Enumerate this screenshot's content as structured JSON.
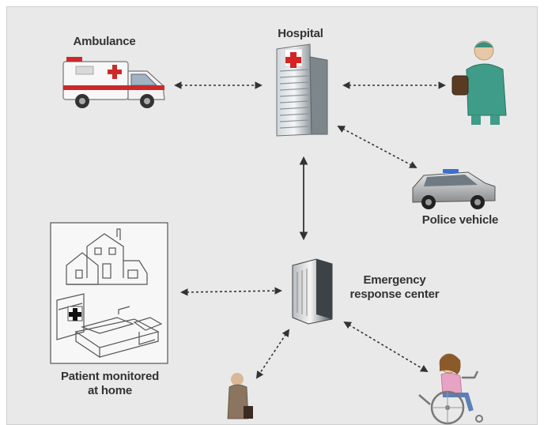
{
  "diagram": {
    "nodes": {
      "ambulance": {
        "label": "Ambulance"
      },
      "hospital": {
        "label": "Hospital"
      },
      "doctor": {
        "label": ""
      },
      "police": {
        "label": "Police vehicle"
      },
      "home": {
        "label_line1": "Patient monitored",
        "label_line2": "at home"
      },
      "ercenter": {
        "label_line1": "Emergency",
        "label_line2": "response center"
      },
      "elderly": {
        "label": ""
      },
      "wheelchair": {
        "label": ""
      }
    }
  }
}
